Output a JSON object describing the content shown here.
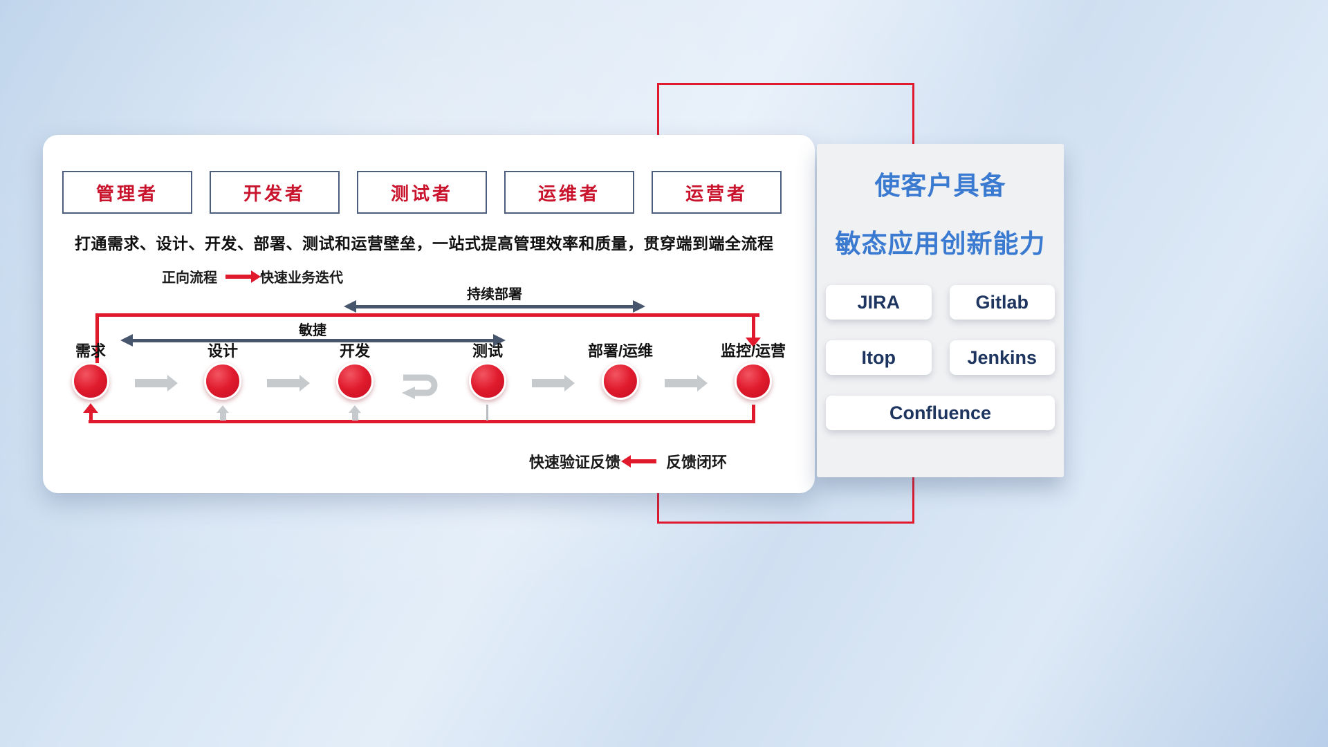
{
  "colors": {
    "accent_red": "#e0192d",
    "title_blue": "#3a7ad0",
    "tool_text_navy": "#1e3560",
    "role_text_red": "#c9132c",
    "span_arrow_slate": "#47566c",
    "connector_gray": "#c6cacd"
  },
  "card": {
    "roles": [
      "管理者",
      "开发者",
      "测试者",
      "运维者",
      "运营者"
    ],
    "description": "打通需求、设计、开发、部署、测试和运营壁垒，一站式提高管理效率和质量，贯穿端到端全流程",
    "forward_legend": {
      "label": "正向流程",
      "value": "快速业务迭代"
    },
    "flow": {
      "stages": [
        "需求",
        "设计",
        "开发",
        "测试",
        "部署/运维",
        "监控/运营"
      ],
      "agile_label": "敏捷",
      "continuous_deploy_label": "持续部署"
    },
    "feedback_legend": {
      "label": "快速验证反馈",
      "value": "反馈闭环"
    }
  },
  "panel": {
    "title_line1": "使客户具备",
    "title_line2": "敏态应用创新能力",
    "tools": [
      "JIRA",
      "Gitlab",
      "Itop",
      "Jenkins",
      "Confluence"
    ]
  }
}
